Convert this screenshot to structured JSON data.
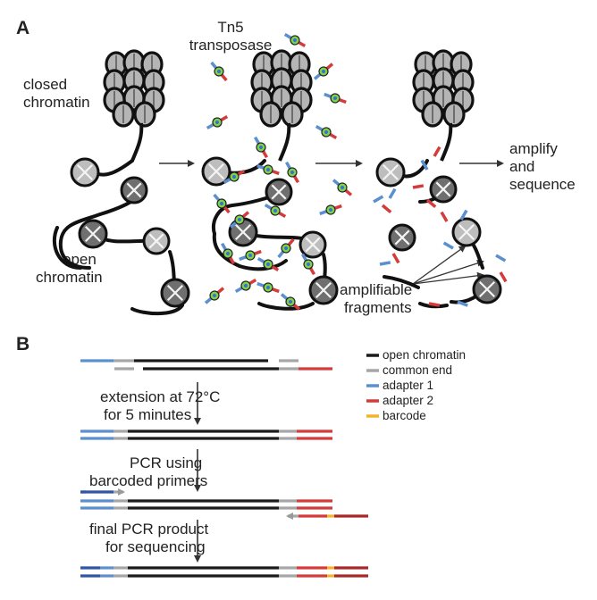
{
  "panel_a": {
    "label": "A",
    "tn5_line1": "Tn5",
    "tn5_line2": "transposase",
    "closed_line1": "closed",
    "closed_line2": "chromatin",
    "open_line1": "open",
    "open_line2": "chromatin",
    "amplify_line1": "amplify",
    "amplify_line2": "and",
    "amplify_line3": "sequence",
    "fragments_line1": "amplifiable",
    "fragments_line2": "fragments"
  },
  "panel_b": {
    "label": "B",
    "step1_line1": "extension at 72°C",
    "step1_line2": "for 5 minutes",
    "step2_line1": "PCR using",
    "step2_line2": "barcoded primers",
    "step3_line1": "final PCR product",
    "step3_line2": "for sequencing"
  },
  "legend": {
    "items": [
      {
        "label": "open chromatin",
        "color": "#1a1a1a"
      },
      {
        "label": "common end",
        "color": "#a6a6a6"
      },
      {
        "label": "adapter 1",
        "color": "#5b8fd0"
      },
      {
        "label": "adapter 2",
        "color": "#d63b3b"
      },
      {
        "label": "barcode",
        "color": "#f2b42b"
      }
    ]
  },
  "colors": {
    "open_chromatin": "#1a1a1a",
    "common_end": "#a6a6a6",
    "adapter1": "#5b8fd0",
    "adapter1_dark": "#2f55a6",
    "adapter2": "#d63b3b",
    "adapter2_dark": "#a82828",
    "barcode": "#f2b42b"
  }
}
